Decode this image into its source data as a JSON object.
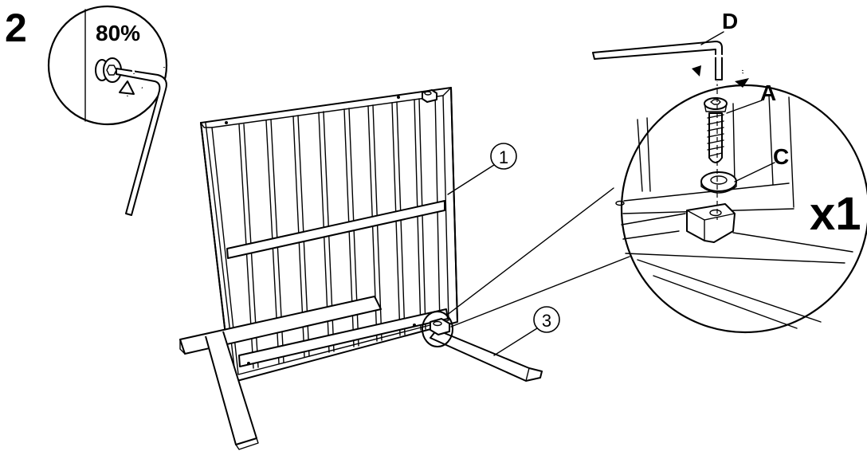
{
  "step_number": "2",
  "torque_label": "80%",
  "callouts": {
    "frame": "1",
    "foot": "3"
  },
  "parts": {
    "allen_key": "D",
    "screw": "A",
    "washer": "C"
  },
  "quantity": "x1",
  "colors": {
    "ink": "#000000",
    "paper": "#ffffff"
  },
  "icons": [
    "rotation-arrow-icon",
    "allen-key-icon",
    "screw-icon",
    "washer-icon"
  ]
}
